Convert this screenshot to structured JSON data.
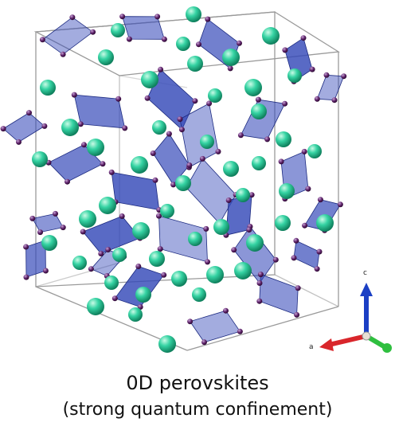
{
  "caption": {
    "line1": "0D perovskites",
    "line2": "(strong quantum confinement)"
  },
  "axes": {
    "a_label": "a",
    "c_label": "c",
    "a_color": "#d9262b",
    "b_color": "#2fbf3f",
    "c_color": "#1b3fc4"
  },
  "colors": {
    "cation_sphere": "#2ec79a",
    "polyhedron": "#3347b8",
    "anion_atom": "#5b1f66",
    "cell_edge": "#9a9a9a"
  }
}
